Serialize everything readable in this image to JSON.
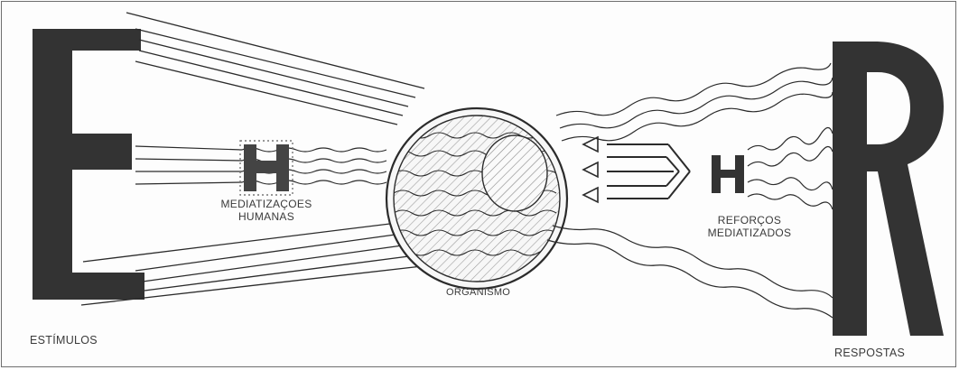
{
  "labels": {
    "stimuli_letter": "E",
    "responses_letter": "R",
    "human_letter": "H",
    "reinforce_letter": "H",
    "mediations_line1": "MEDIATIZAÇOES",
    "mediations_line2": "HUMANAS",
    "reinforcements_line1": "REFORÇOS",
    "reinforcements_line2": "MEDIATIZADOS",
    "organism": "ORGANISMO",
    "stimuli": "ESTÍMULOS",
    "responses": "RESPOSTAS"
  },
  "colors": {
    "ink": "#2b2b2b",
    "letter": "#333333",
    "background": "#fdfdfd"
  }
}
